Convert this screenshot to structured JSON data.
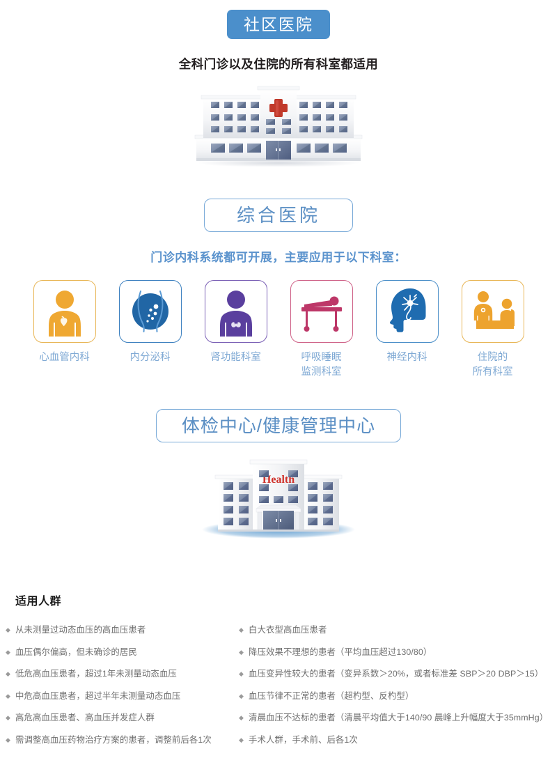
{
  "sections": {
    "community": {
      "badge": "社区医院",
      "subtitle": "全科门诊以及住院的所有科室都适用",
      "illustration_name": "hospital-building-illustration"
    },
    "general": {
      "badge": "综合医院",
      "subtitle": "门诊内科系统都可开展，主要应用于以下科室：",
      "departments": [
        {
          "label": "心血管内科",
          "icon": "cardiology-person-heart-icon",
          "color": "#efa832",
          "border": "#e8b656"
        },
        {
          "label": "内分泌科",
          "icon": "endocrinology-gland-icon",
          "color": "#2166a5",
          "border": "#3c80bf"
        },
        {
          "label": "肾功能科室",
          "icon": "nephrology-person-kidney-icon",
          "color": "#5a3f9e",
          "border": "#7a5fb5"
        },
        {
          "label": "呼吸睡眠\n监测科室",
          "icon": "sleep-monitoring-bed-icon",
          "color": "#bd3768",
          "border": "#cf6288"
        },
        {
          "label": "神经内科",
          "icon": "neurology-head-neuron-icon",
          "color": "#1f6cb0",
          "border": "#4a8ec8"
        },
        {
          "label": "住院的\n所有科室",
          "icon": "inpatient-bedside-care-icon",
          "color": "#eda32e",
          "border": "#e8b656"
        }
      ]
    },
    "checkup": {
      "badge": "体检中心/健康管理中心",
      "illustration_name": "health-center-building-illustration",
      "building_sign": "Health"
    },
    "population": {
      "title": "适用人群",
      "bullet_glyph": "◆",
      "left_items": [
        "从未测量过动态血压的高血压患者",
        "血压偶尔偏高，但未确诊的居民",
        "低危高血压患者，超过1年未测量动态血压",
        "中危高血压患者，超过半年未测量动态血压",
        "高危高血压患者、高血压并发症人群",
        "需调整高血压药物治疗方案的患者，调整前后各1次"
      ],
      "right_items": [
        "白大衣型高血压患者",
        "降压效果不理想的患者（平均血压超过130/80）",
        "血压变异性较大的患者（变异系数＞20%，或者标准差 SBP＞20 DBP＞15）",
        "血压节律不正常的患者（超杓型、反杓型）",
        "清晨血压不达标的患者（清晨平均值大于140/90 晨峰上升幅度大于35mmHg）",
        "手术人群，手术前、后各1次"
      ]
    }
  },
  "colors": {
    "badge_solid_bg": "#4b8fcb",
    "badge_outline_border": "#78a9d8",
    "badge_outline_text": "#5b8fc4",
    "subtitle_blue": "#5b93cd",
    "subtitle_dark": "#231f20",
    "list_text": "#6f6f6f",
    "cross_red": "#c0392b"
  }
}
